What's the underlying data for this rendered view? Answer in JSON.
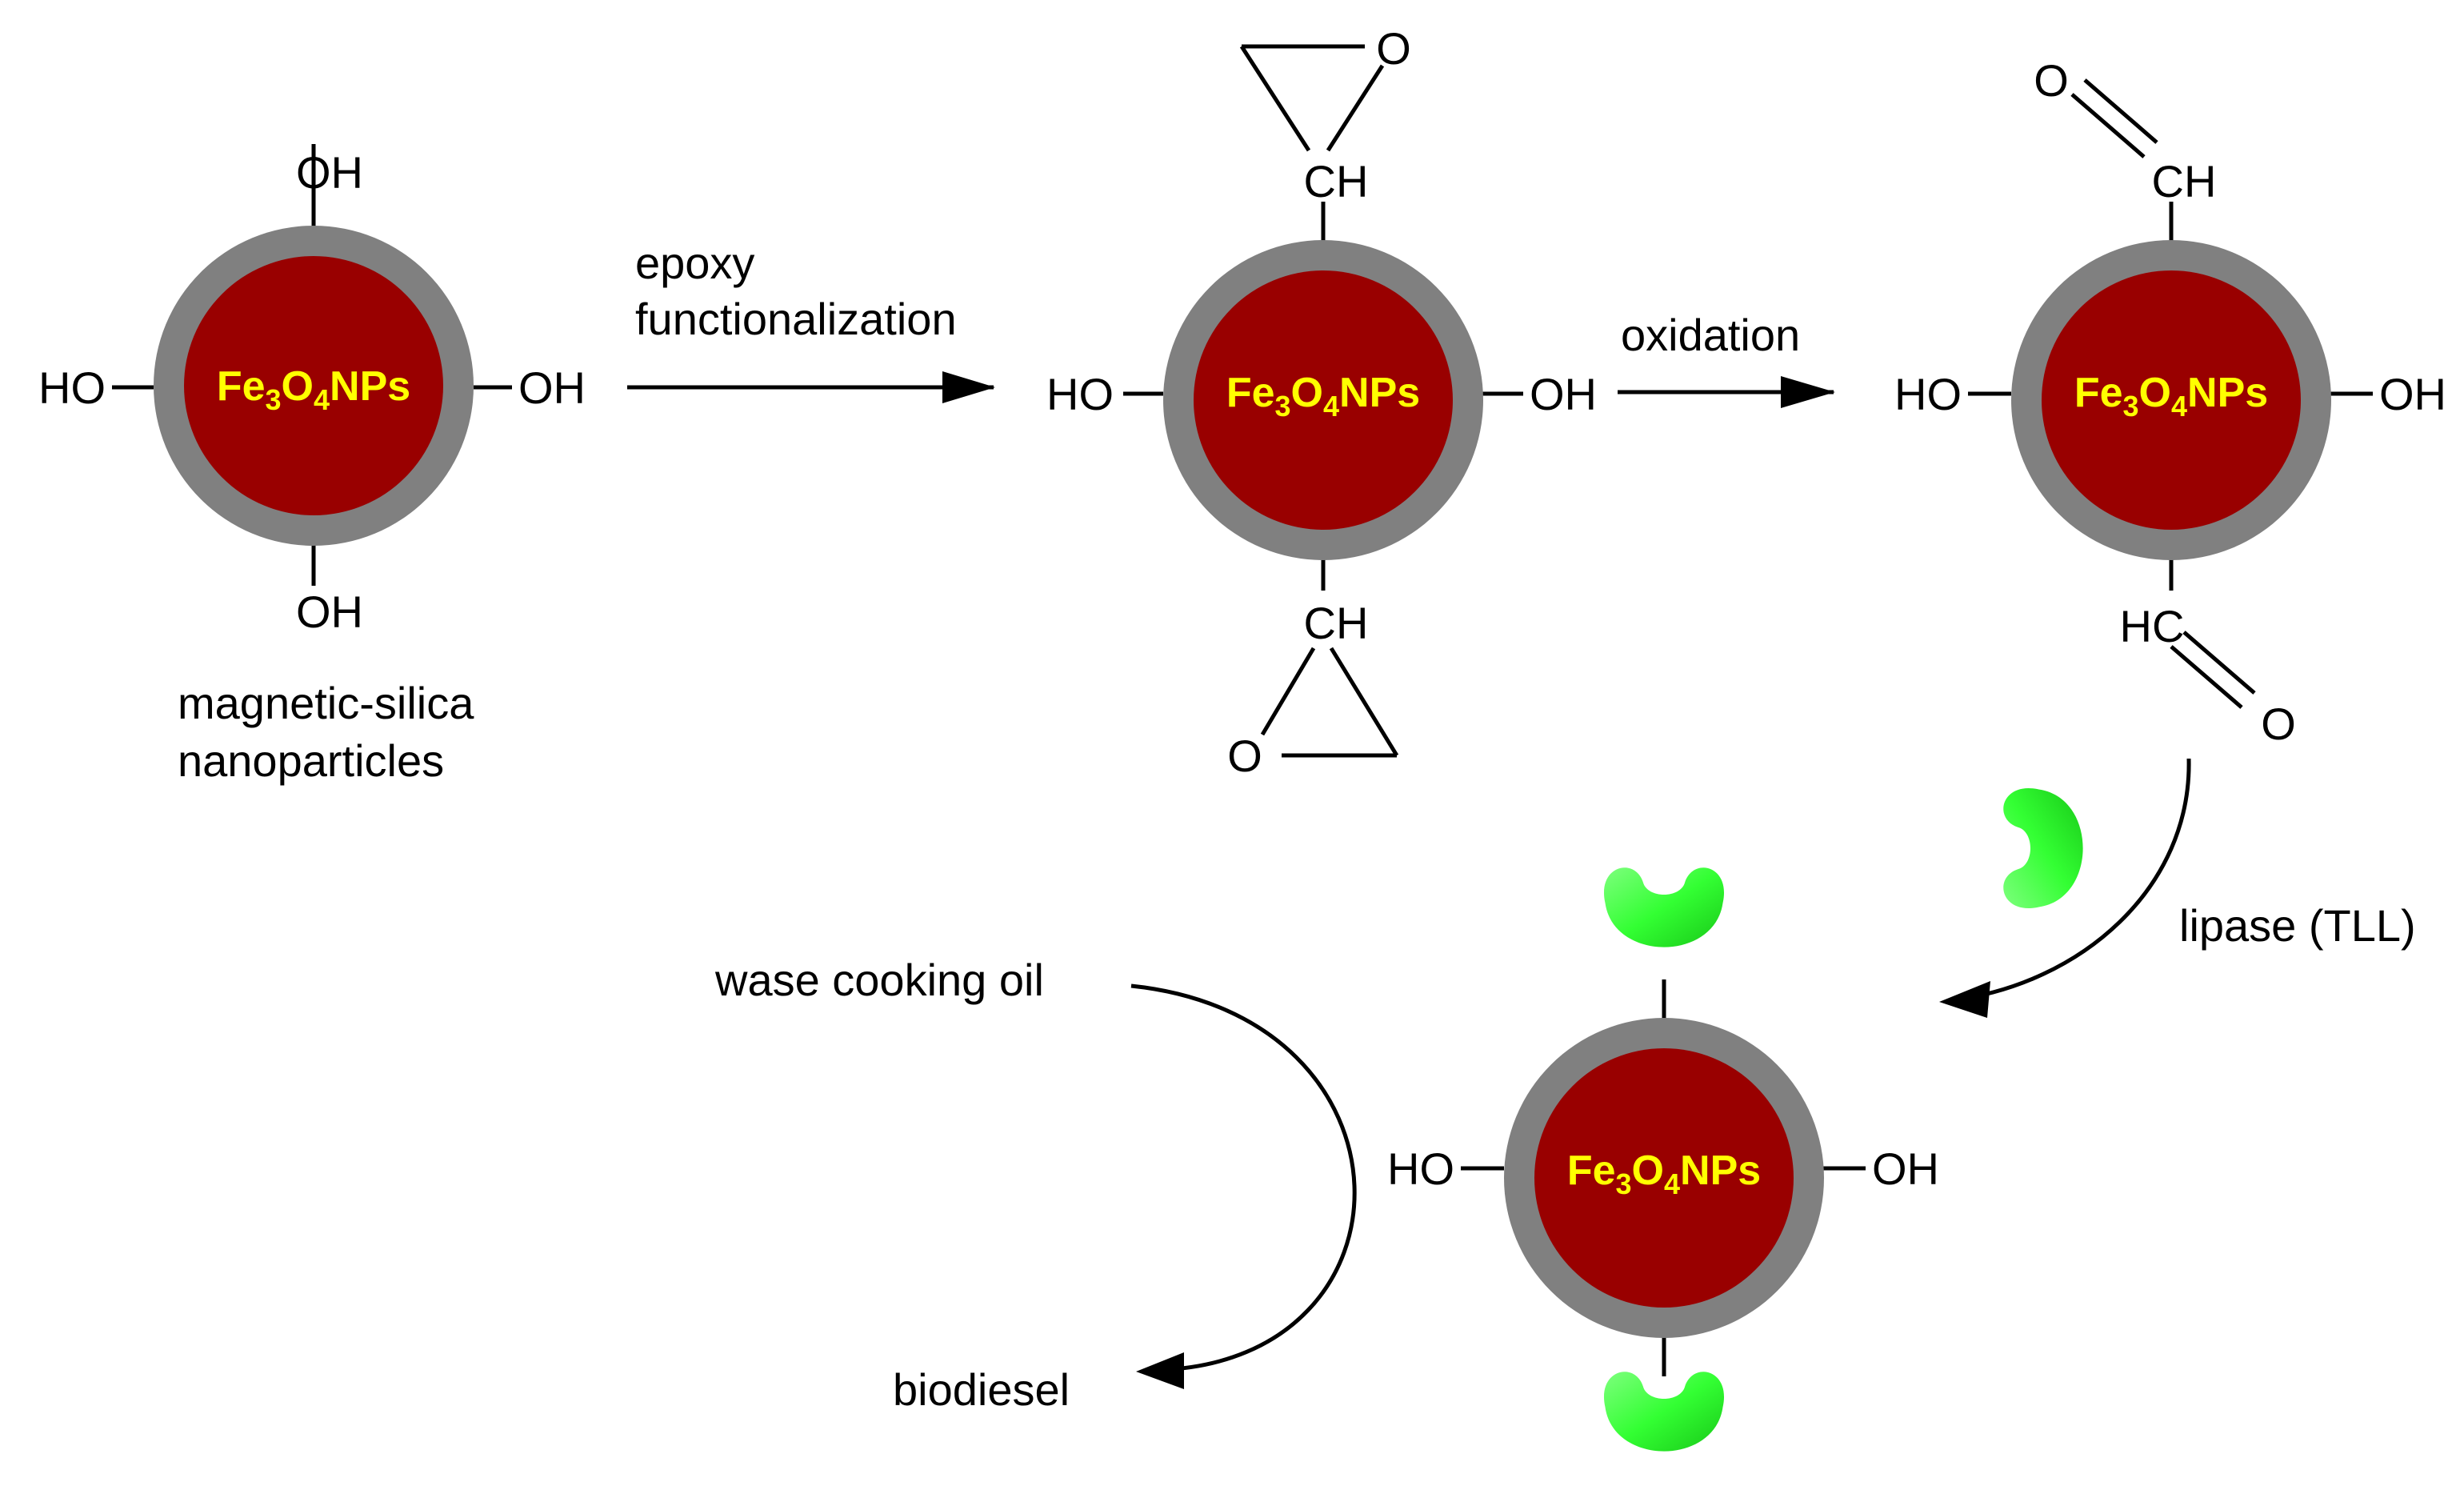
{
  "colors": {
    "core": "#990000",
    "shell": "#808080",
    "core_label": "#FFFF00",
    "lipase": "#33FF33",
    "lines": "#000000"
  },
  "particle_label": {
    "part1": "Fe",
    "sub1": "3",
    "part2": "O",
    "sub2": "4",
    "part3": "NPs"
  },
  "hydroxyl_right": "OH",
  "hydroxyl_left": "HO",
  "methine_top": "CH",
  "methine_bottom": "CH",
  "formyl_top": "CH",
  "formyl_bottom": "HC",
  "oxygen": "O",
  "captions": {
    "start_line1": "magnetic-silica",
    "start_line2": "nanoparticles"
  },
  "steps": {
    "epoxy_line1": "epoxy",
    "epoxy_line2": "functionalization",
    "oxidation": "oxidation",
    "lipase": "lipase (TLL)"
  },
  "reaction": {
    "substrate": "wase cooking oil",
    "product": "biodiesel"
  }
}
